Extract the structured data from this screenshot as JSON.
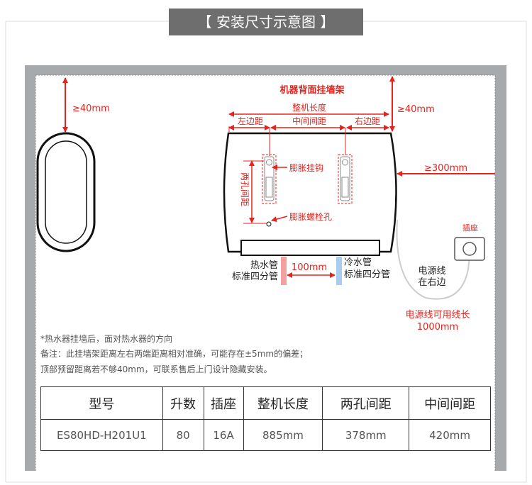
{
  "header": {
    "title": "【 安装尺寸示意图 】"
  },
  "diagram": {
    "bracket_title": "机器背面挂墙架",
    "top_clearance_left": "≥40mm",
    "top_clearance_right": "≥40mm",
    "side_clearance": "≥300mm",
    "overall_length": "整机长度",
    "left_margin": "左边距",
    "middle_spacing": "中间间距",
    "right_margin": "右边距",
    "hole_spacing": "两孔间距",
    "hook_label": "膨胀挂钩",
    "bolt_label": "膨胀螺栓孔",
    "hot_pipe": "热水管",
    "hot_pipe_spec": "标准四分管",
    "cold_pipe": "冷水管",
    "cold_pipe_spec": "标准四分管",
    "pipe_spacing": "100mm",
    "socket_label": "插座",
    "cord_side_1": "电源线",
    "cord_side_2": "在右边",
    "cord_length_1": "电源线可用线长",
    "cord_length_2": "1000mm",
    "colors": {
      "red": "#e8231d",
      "hot": "#f4a0a0",
      "cold": "#a9cdf0",
      "frame": "#a7aaad"
    }
  },
  "notes": [
    "*热水器挂墙后，面对热水器的方向",
    "备注：此挂墙架距离左右两端距离相对准确，可能存在±5mm的偏差；",
    "顶部预留距离若不够40mm，可联系售后上门设计隐藏安装。"
  ],
  "table": {
    "headers": [
      "型号",
      "升数",
      "插座",
      "整机长度",
      "两孔间距",
      "中间间距"
    ],
    "rows": [
      [
        "ES80HD-H201U1",
        "80",
        "16A",
        "885mm",
        "378mm",
        "420mm"
      ]
    ]
  }
}
